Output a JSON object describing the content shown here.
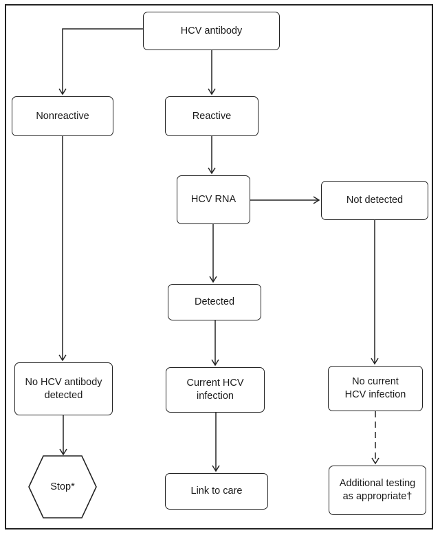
{
  "nodes": {
    "hcv_antibody": "HCV antibody",
    "nonreactive": "Nonreactive",
    "reactive": "Reactive",
    "hcv_rna": "HCV RNA",
    "not_detected": "Not detected",
    "detected": "Detected",
    "no_hcv_antibody_detected": "No HCV antibody detected",
    "current_hcv_infection": "Current HCV infection",
    "no_current_hcv_infection": "No current HCV infection",
    "stop": "Stop*",
    "link_to_care": "Link to care",
    "additional_testing": "Additional testing as appropriate†"
  },
  "connectors": [
    {
      "from": "hcv_antibody",
      "to": "nonreactive",
      "style": "solid"
    },
    {
      "from": "hcv_antibody",
      "to": "reactive",
      "style": "solid"
    },
    {
      "from": "nonreactive",
      "to": "no_hcv_antibody_detected",
      "style": "solid"
    },
    {
      "from": "reactive",
      "to": "hcv_rna",
      "style": "solid"
    },
    {
      "from": "hcv_rna",
      "to": "not_detected",
      "style": "solid"
    },
    {
      "from": "hcv_rna",
      "to": "detected",
      "style": "solid"
    },
    {
      "from": "not_detected",
      "to": "no_current_hcv_infection",
      "style": "solid"
    },
    {
      "from": "detected",
      "to": "current_hcv_infection",
      "style": "solid"
    },
    {
      "from": "no_hcv_antibody_detected",
      "to": "stop",
      "style": "solid"
    },
    {
      "from": "current_hcv_infection",
      "to": "link_to_care",
      "style": "solid"
    },
    {
      "from": "no_current_hcv_infection",
      "to": "additional_testing",
      "style": "dashed"
    }
  ]
}
